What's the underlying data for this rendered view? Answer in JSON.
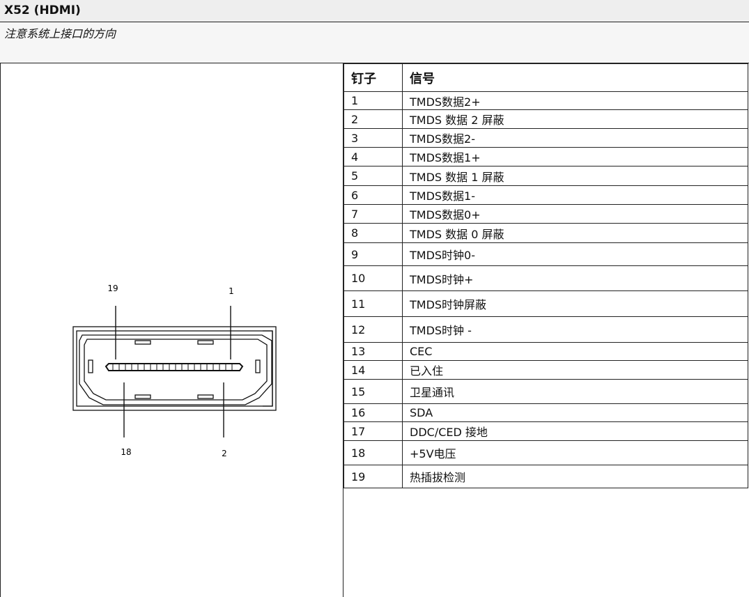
{
  "title": "X52 (HDMI)",
  "note": "注意系统上接口的方向",
  "diagram": {
    "labels": {
      "pin19": "19",
      "pin1": "1",
      "pin18": "18",
      "pin2": "2"
    }
  },
  "table": {
    "headers": {
      "pin": "钉子",
      "signal": "信号"
    },
    "rows": [
      {
        "pin": "1",
        "signal": "TMDS数据2+"
      },
      {
        "pin": "2",
        "signal": "TMDS 数据 2 屏蔽"
      },
      {
        "pin": "3",
        "signal": "TMDS数据2-"
      },
      {
        "pin": "4",
        "signal": "TMDS数据1+"
      },
      {
        "pin": "5",
        "signal": "TMDS 数据 1 屏蔽"
      },
      {
        "pin": "6",
        "signal": "TMDS数据1-"
      },
      {
        "pin": "7",
        "signal": "TMDS数据0+"
      },
      {
        "pin": "8",
        "signal": "TMDS 数据 0 屏蔽"
      },
      {
        "pin": "9",
        "signal": "TMDS时钟0-"
      },
      {
        "pin": "10",
        "signal": "TMDS时钟+"
      },
      {
        "pin": "11",
        "signal": "TMDS时钟屏蔽"
      },
      {
        "pin": "12",
        "signal": "TMDS时钟 -"
      },
      {
        "pin": "13",
        "signal": "CEC"
      },
      {
        "pin": "14",
        "signal": "已入住"
      },
      {
        "pin": "15",
        "signal": "卫星通讯"
      },
      {
        "pin": "16",
        "signal": "SDA"
      },
      {
        "pin": "17",
        "signal": "DDC/CED 接地"
      },
      {
        "pin": "18",
        "signal": "+5V电压"
      },
      {
        "pin": "19",
        "signal": "热插拔检测"
      }
    ]
  }
}
